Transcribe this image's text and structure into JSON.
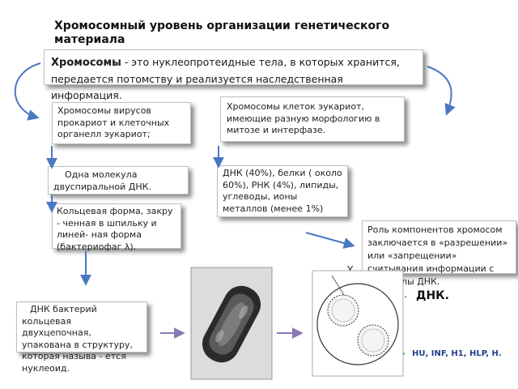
{
  "title": "Хромосомный уровень организации генетического материала",
  "definition": {
    "term": "Хромосомы",
    "text": " - это нуклеопротеидные тела, в которых хранится, передается потомству и реализуется наследственная информация."
  },
  "boxes": {
    "viruses": "Хромосомы вирусов прокариот и клеточных органелл эукариот;",
    "eukaryotes": "Хромосомы клеток эукариот, имеющие разную морфологию в митозе и интерфазе.",
    "one_molecule": "Одна молекула двуспиральной ДНК.",
    "dna_composition": "ДНК (40%), белки ( около 60%), РНК (4%), липиды, углеводы, ионы металлов (менее 1%)",
    "ring_form": "Кольцевая форма, закру - ченная в шпильку и линей- ная форма (бактериофаг λ).",
    "role": "Роль компонентов хромосом заключается в «разрешении» или «запрещении» считывания информации с молекулы ДНК.",
    "bacteria_dna": "ДНК бактерий кольцевая двухцепочная, упакована в структуру, которая называ - ется нуклеоид."
  },
  "labels": {
    "dna": "ДНК.",
    "proteins": "HU, INF, H1, HLP, H.",
    "x_mark": "X"
  },
  "colors": {
    "arrow_blue": "#4a78c0",
    "arrow_purple": "#8a79b8",
    "shadow": "#555555"
  }
}
